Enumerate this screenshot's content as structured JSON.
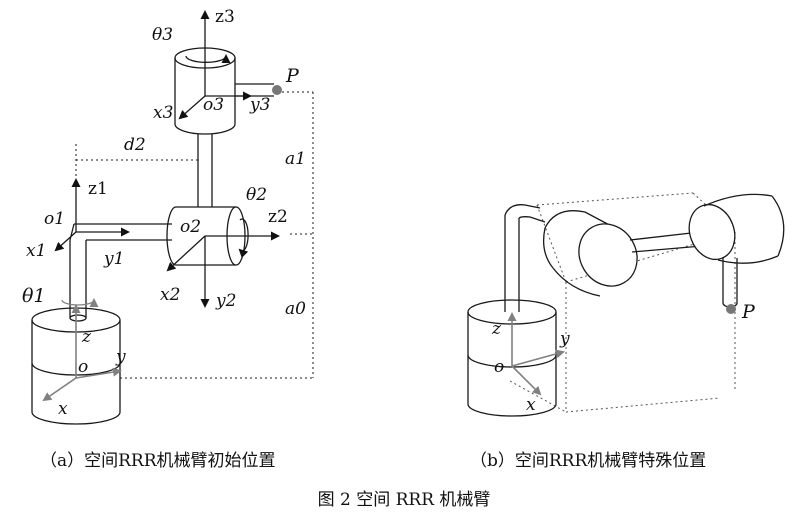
{
  "figure_caption": "图 2 空间 RRR 机械臂",
  "panel_a": {
    "caption": "（a）空间RRR机械臂初始位置",
    "labels": {
      "theta3": "θ3",
      "z3": "z3",
      "P": "P",
      "x3": "x3",
      "o3": "o3",
      "y3": "y3",
      "d2": "d2",
      "a1": "a1",
      "z1": "z1",
      "theta2": "θ2",
      "o1": "o1",
      "o2": "o2",
      "z2": "z2",
      "x1": "x1",
      "y1": "y1",
      "x2": "x2",
      "y2": "y2",
      "theta1": "θ1",
      "a0": "a0",
      "z": "z",
      "o": "o",
      "y": "y",
      "x": "x"
    }
  },
  "panel_b": {
    "caption": "（b）空间RRR机械臂特殊位置",
    "labels": {
      "P": "P",
      "z": "z",
      "y": "y",
      "o": "o",
      "x": "x"
    }
  },
  "colors": {
    "line": "#1a1a1a",
    "gray_axis": "#808080",
    "point": "#777777"
  }
}
